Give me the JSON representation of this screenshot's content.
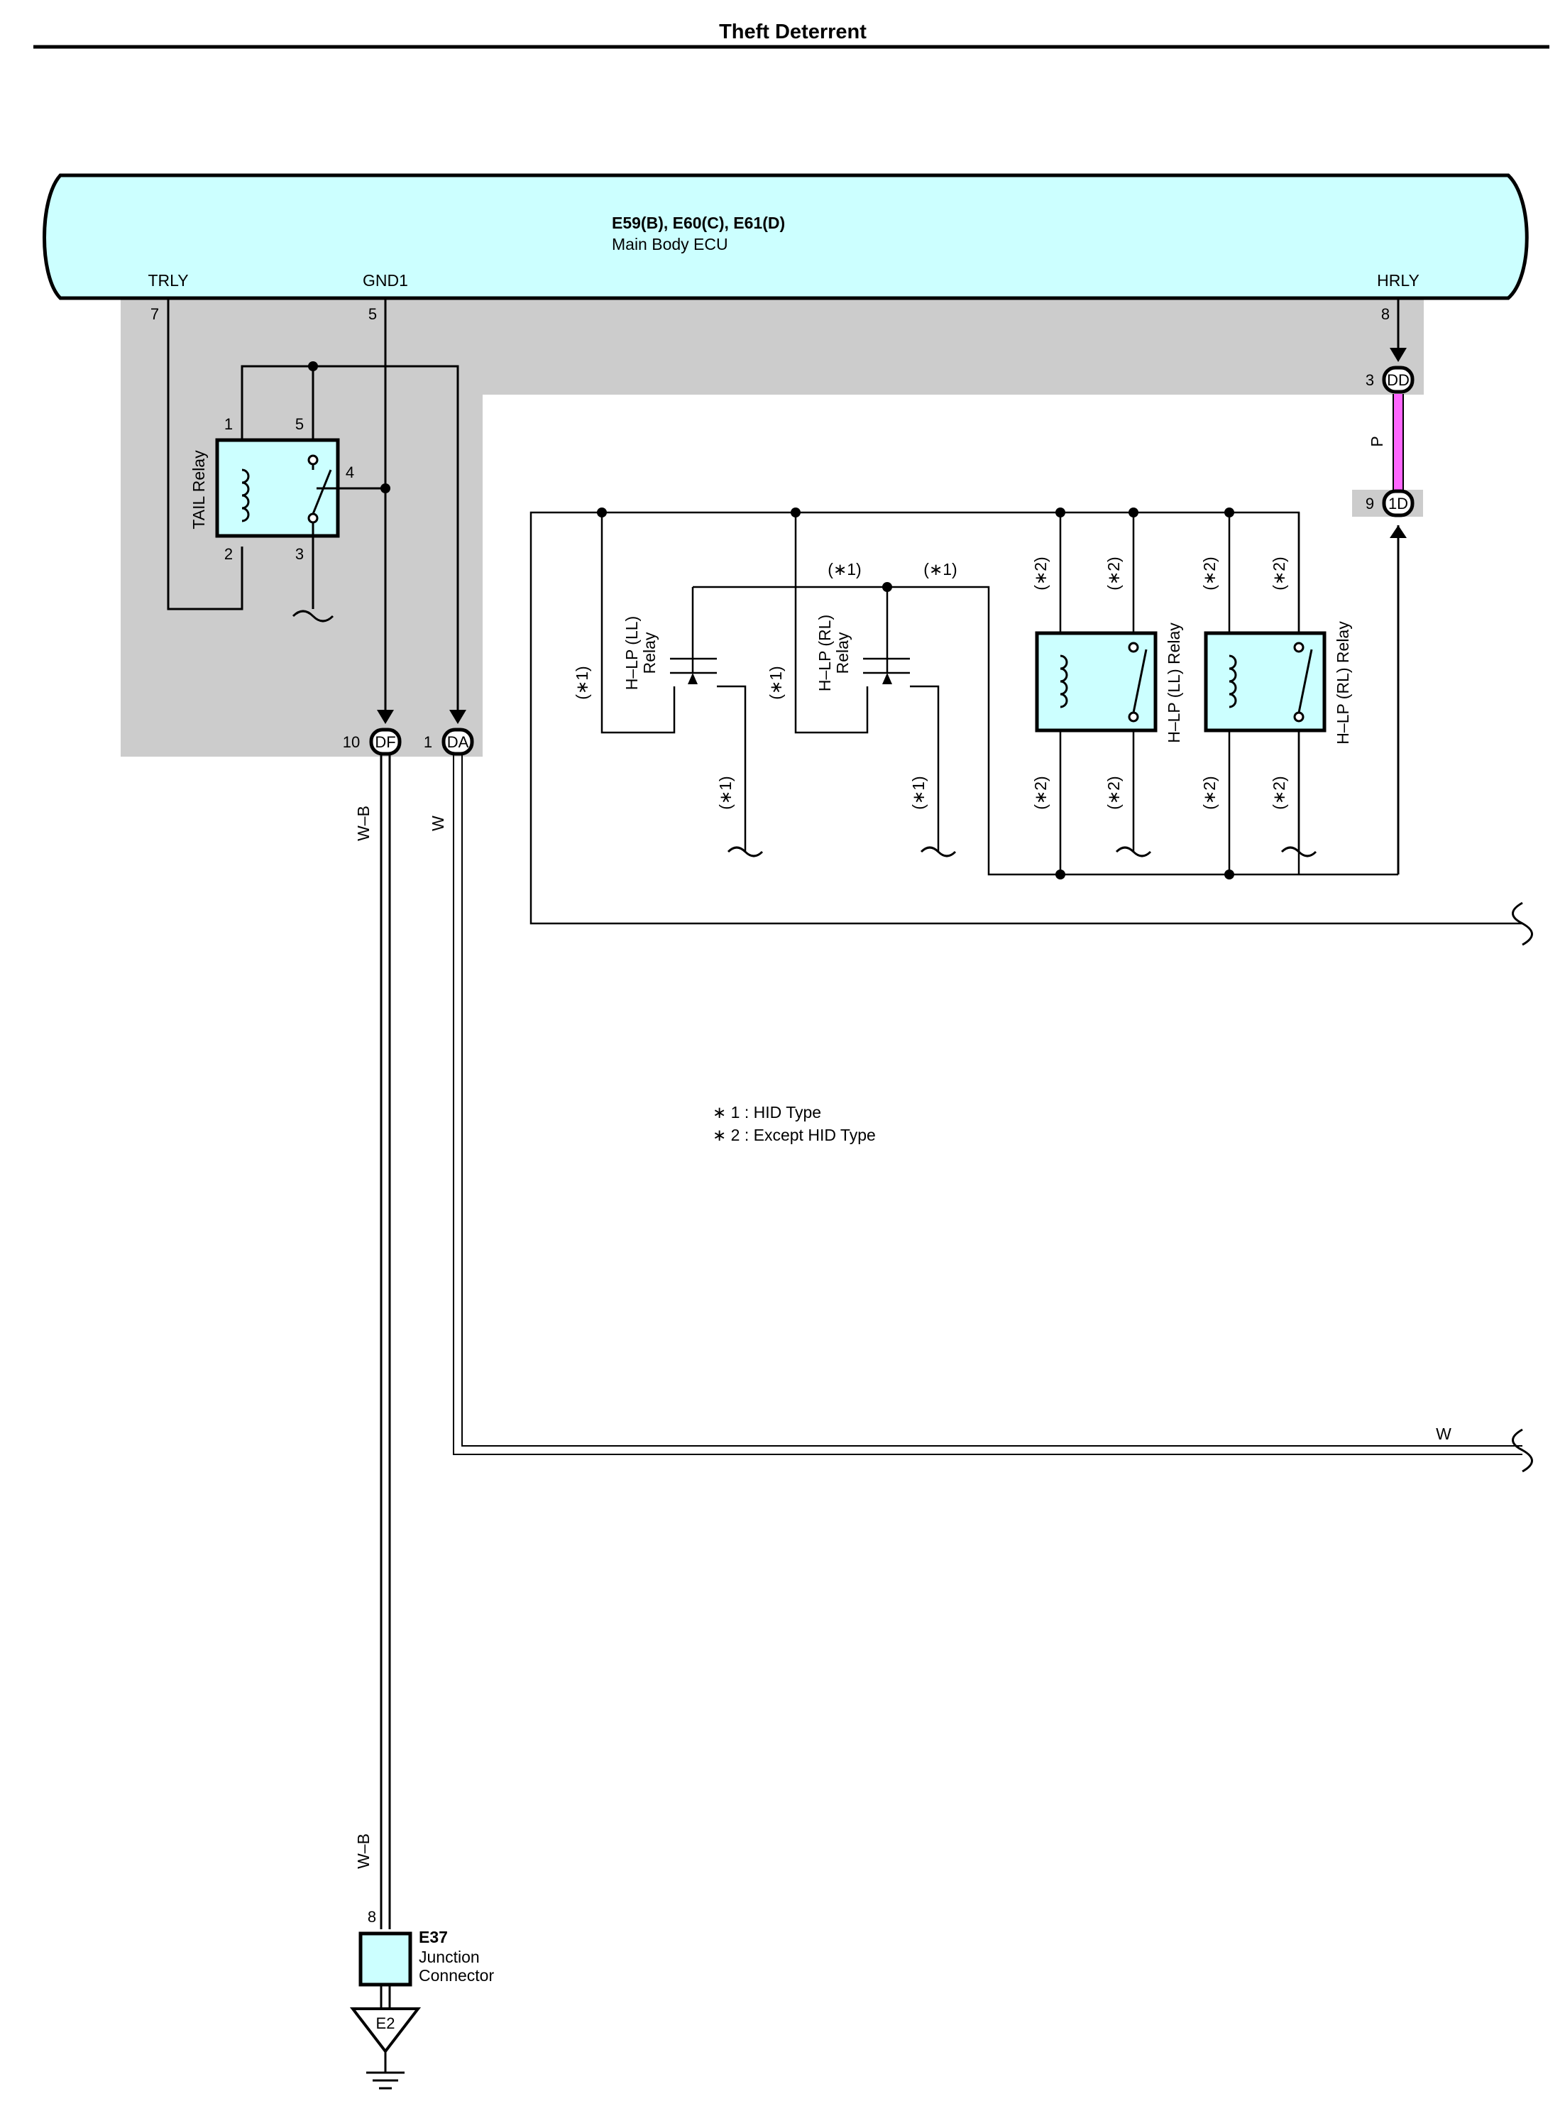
{
  "page": {
    "title": "Theft Deterrent"
  },
  "ecu": {
    "connectors": "E59(B), E60(C), E61(D)",
    "name": "Main Body ECU",
    "pins": {
      "trly": {
        "name": "TRLY",
        "number": "7"
      },
      "gnd1": {
        "name": "GND1",
        "number": "5"
      },
      "hrly": {
        "name": "HRLY",
        "number": "8"
      }
    }
  },
  "tail_relay": {
    "name": "TAIL Relay",
    "pin1": "1",
    "pin2": "2",
    "pin3": "3",
    "pin4": "4",
    "pin5": "5"
  },
  "connectors": {
    "dd": {
      "id": "DD",
      "pin": "3"
    },
    "one_d": {
      "id": "1D",
      "pin": "9"
    },
    "df": {
      "id": "DF",
      "pin": "10"
    },
    "da": {
      "id": "DA",
      "pin": "1"
    }
  },
  "wires": {
    "hrly_color": "P",
    "df_color": "W–B",
    "df_color_lower": "W–B",
    "da_color": "W",
    "bottom_color": "W",
    "pink": "#ff66ff"
  },
  "hlp_relays": {
    "ll_hid": "H–LP (LL)\nRelay",
    "rl_hid": "H–LP (RL)\nRelay",
    "ll_relay": "H–LP (LL) Relay",
    "rl_relay": "H–LP (RL) Relay",
    "ll_hid_lines": [
      "H–LP (LL)",
      "Relay"
    ],
    "rl_hid_lines": [
      "H–LP (RL)",
      "Relay"
    ]
  },
  "marks": {
    "hid": "(∗1)",
    "except_hid": "(∗2)"
  },
  "legend": {
    "note1": "∗ 1 : HID Type",
    "note2": "∗ 2 : Except HID Type"
  },
  "junction": {
    "id": "E37",
    "name_line1": "Junction",
    "name_line2": "Connector",
    "pin": "8",
    "ground": "E2"
  },
  "colors": {
    "cyan_fill": "#ccffff",
    "shade": "#cccccc"
  }
}
